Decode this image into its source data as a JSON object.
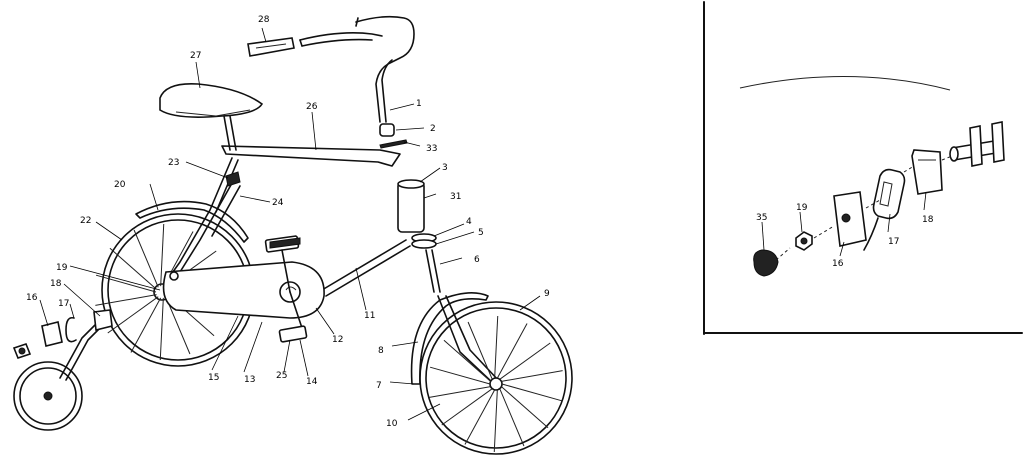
{
  "callouts": {
    "n1": "1",
    "n2": "2",
    "n3": "3",
    "n4": "4",
    "n5": "5",
    "n6": "6",
    "n7": "7",
    "n8": "8",
    "n9": "9",
    "n10": "10",
    "n11": "11",
    "n12": "12",
    "n13": "13",
    "n14": "14",
    "n15": "15",
    "n16": "16",
    "n17": "17",
    "n18": "18",
    "n19": "19",
    "n20": "20",
    "n22": "22",
    "n23": "23",
    "n24": "24",
    "n25": "25",
    "n26": "26",
    "n27": "27",
    "n28": "28",
    "n31": "31",
    "n33": "33"
  },
  "inset_callouts": {
    "n35": "35",
    "n19": "19",
    "n16": "16",
    "n17": "17",
    "n18": "18"
  }
}
